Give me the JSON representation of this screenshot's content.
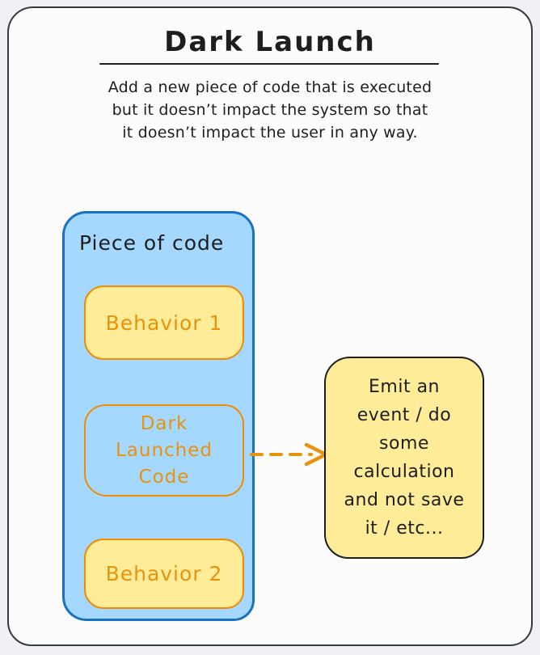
{
  "colors": {
    "page_bg": "#eff1f4",
    "frame_bg": "#fcfcfd",
    "frame_border": "#343a40",
    "ink": "#1e1e1e",
    "blue_fill": "#a5d8ff",
    "blue_border": "#1971c2",
    "yellow_fill": "#ffec99",
    "orange_border": "#f08c00",
    "orange_text": "#e8930c"
  },
  "header": {
    "title": "Dark Launch",
    "description_lines": [
      "Add a new piece of code that is executed",
      "but it doesn’t impact the system so that",
      "it doesn’t impact the user in any way."
    ]
  },
  "diagram": {
    "container_label": "Piece of code",
    "behavior_1_label": "Behavior 1",
    "dark_launched_label": "Dark\nLaunched\nCode",
    "behavior_2_label": "Behavior 2",
    "side_note_label": "Emit an\nevent / do\nsome\ncalculation\nand not save\nit / etc..."
  }
}
